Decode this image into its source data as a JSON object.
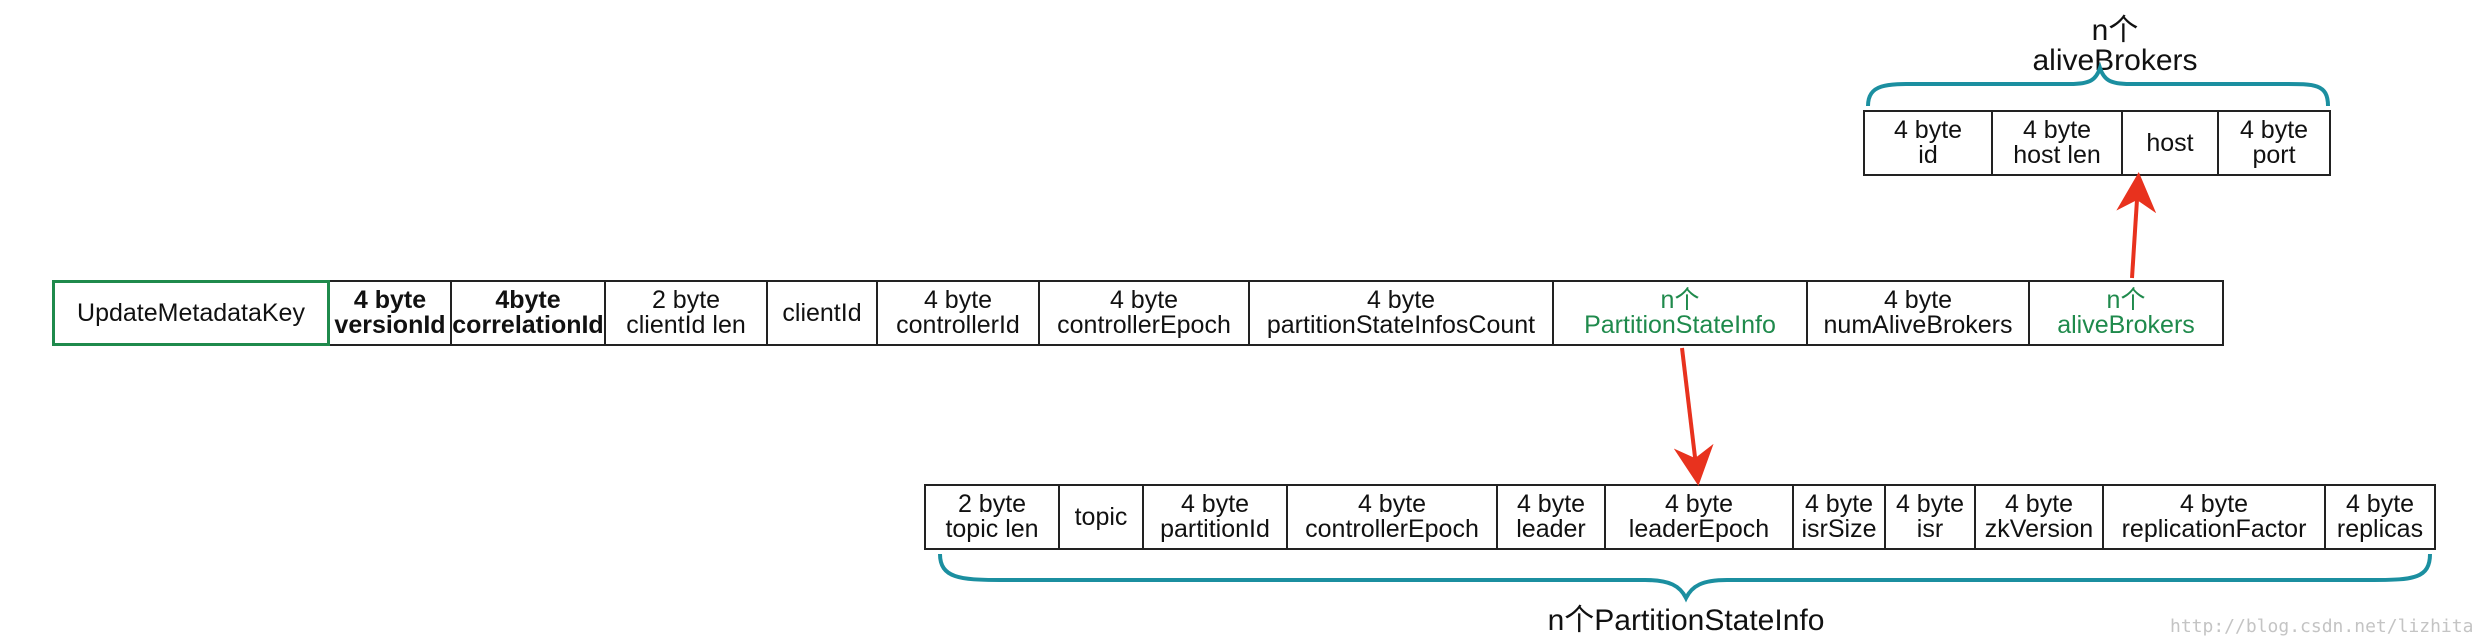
{
  "main_row": [
    {
      "line1": "UpdateMetadataKey",
      "line2": ""
    },
    {
      "line1": "4 byte",
      "line2": "versionId"
    },
    {
      "line1": "4byte",
      "line2": "correlationId"
    },
    {
      "line1": "2 byte",
      "line2": "clientId len"
    },
    {
      "line1": "clientId",
      "line2": ""
    },
    {
      "line1": "4 byte",
      "line2": "controllerId"
    },
    {
      "line1": "4 byte",
      "line2": "controllerEpoch"
    },
    {
      "line1": "4 byte",
      "line2": "partitionStateInfosCount"
    },
    {
      "line1": "n个",
      "line2": "PartitionStateInfo"
    },
    {
      "line1": "4 byte",
      "line2": "numAliveBrokers"
    },
    {
      "line1": "n个",
      "line2": "aliveBrokers"
    }
  ],
  "brokers_row": [
    {
      "line1": "4 byte",
      "line2": "id"
    },
    {
      "line1": "4 byte",
      "line2": "host len"
    },
    {
      "line1": "host",
      "line2": ""
    },
    {
      "line1": "4 byte",
      "line2": "port"
    }
  ],
  "partition_row": [
    {
      "line1": "2 byte",
      "line2": "topic len"
    },
    {
      "line1": "topic",
      "line2": ""
    },
    {
      "line1": "4 byte",
      "line2": "partitionId"
    },
    {
      "line1": "4 byte",
      "line2": "controllerEpoch"
    },
    {
      "line1": "4 byte",
      "line2": "leader"
    },
    {
      "line1": "4 byte",
      "line2": "leaderEpoch"
    },
    {
      "line1": "4 byte",
      "line2": "isrSize"
    },
    {
      "line1": "4 byte",
      "line2": "isr"
    },
    {
      "line1": "4 byte",
      "line2": "zkVersion"
    },
    {
      "line1": "4 byte",
      "line2": "replicationFactor"
    },
    {
      "line1": "4 byte",
      "line2": "replicas"
    }
  ],
  "brokers_brace_label": {
    "line1": "n个",
    "line2": "aliveBrokers"
  },
  "partition_brace_label": "n个PartitionStateInfo",
  "watermark": "http://blog.csdn.net/lizhitao",
  "colors": {
    "accent_green": "#1f8a4c",
    "arrow_red": "#e8321e",
    "brace_teal": "#1b8fa0",
    "border": "#222222"
  }
}
